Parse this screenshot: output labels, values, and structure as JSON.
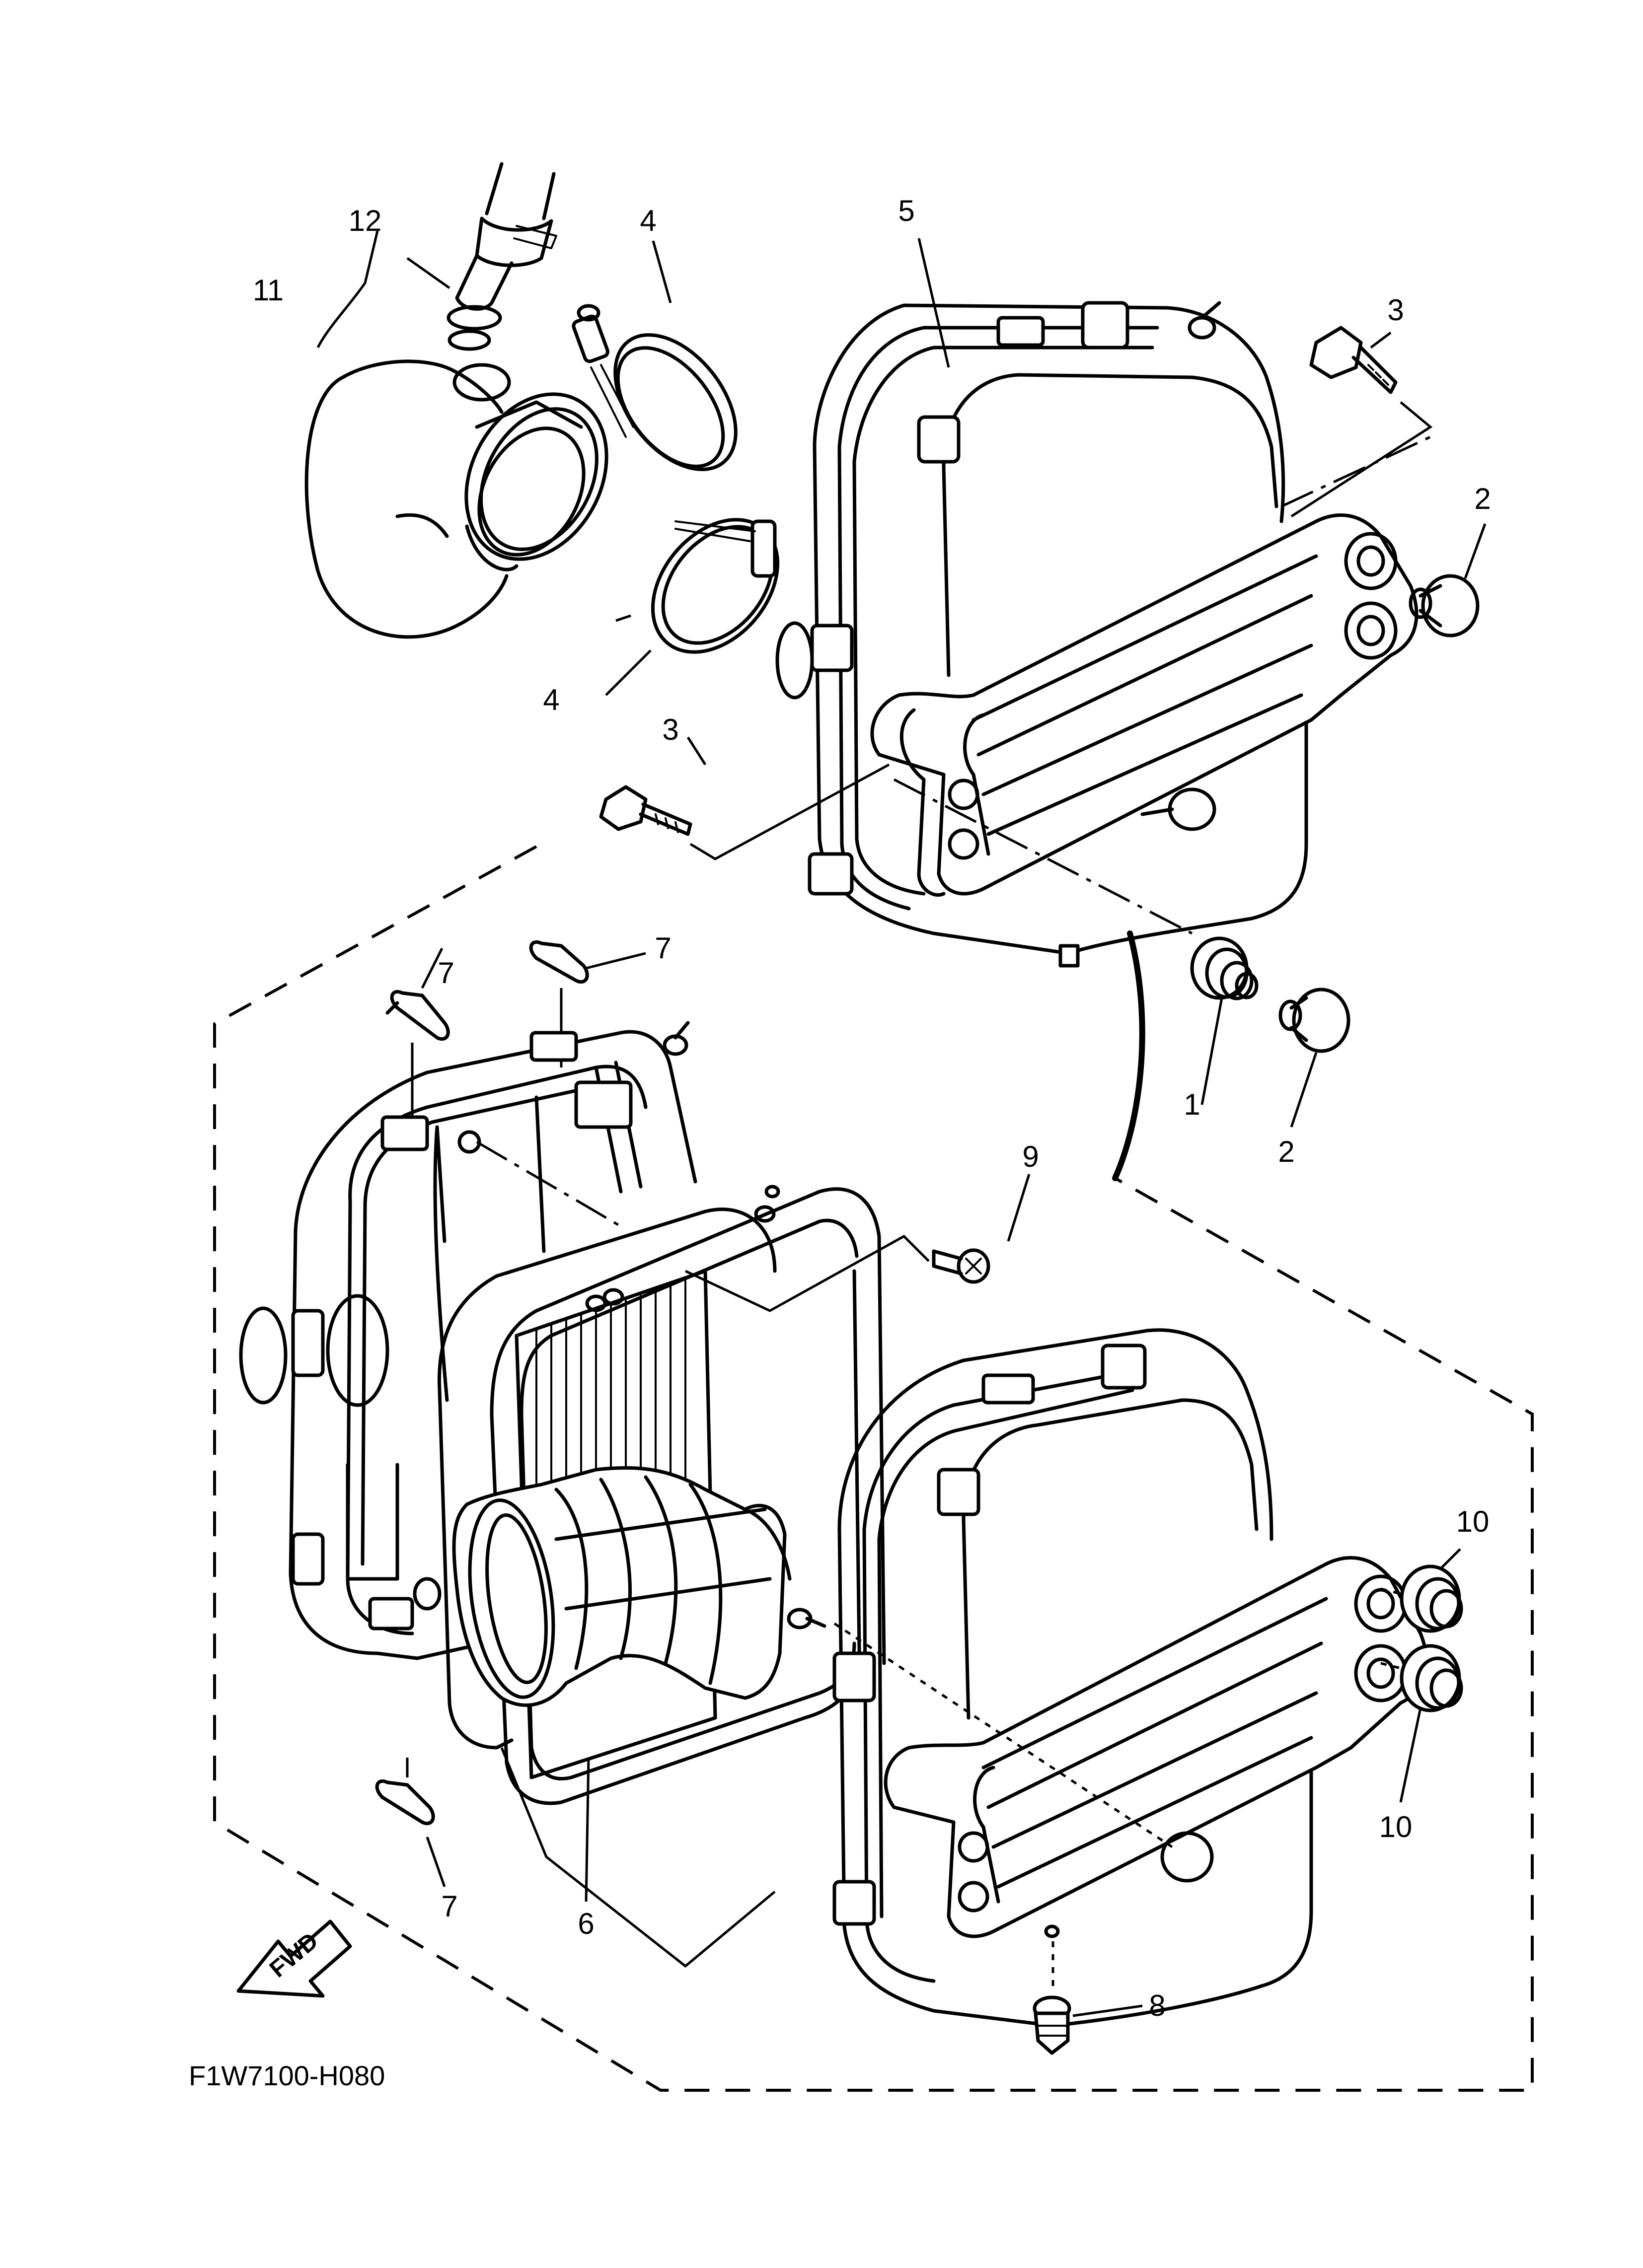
{
  "diagram": {
    "drawing_code": "F1W7100-H080",
    "fwd_label": "FWD",
    "callouts": [
      {
        "id": "c1",
        "label": "1"
      },
      {
        "id": "c2a",
        "label": "2"
      },
      {
        "id": "c2b",
        "label": "2"
      },
      {
        "id": "c3a",
        "label": "3"
      },
      {
        "id": "c3b",
        "label": "3"
      },
      {
        "id": "c4a",
        "label": "4"
      },
      {
        "id": "c4b",
        "label": "4"
      },
      {
        "id": "c5",
        "label": "5"
      },
      {
        "id": "c6",
        "label": "6"
      },
      {
        "id": "c7a",
        "label": "7"
      },
      {
        "id": "c7b",
        "label": "7"
      },
      {
        "id": "c7c",
        "label": "7"
      },
      {
        "id": "c8",
        "label": "8"
      },
      {
        "id": "c9",
        "label": "9"
      },
      {
        "id": "c10a",
        "label": "10"
      },
      {
        "id": "c10b",
        "label": "10"
      },
      {
        "id": "c11",
        "label": "11"
      },
      {
        "id": "c12",
        "label": "12"
      }
    ]
  }
}
